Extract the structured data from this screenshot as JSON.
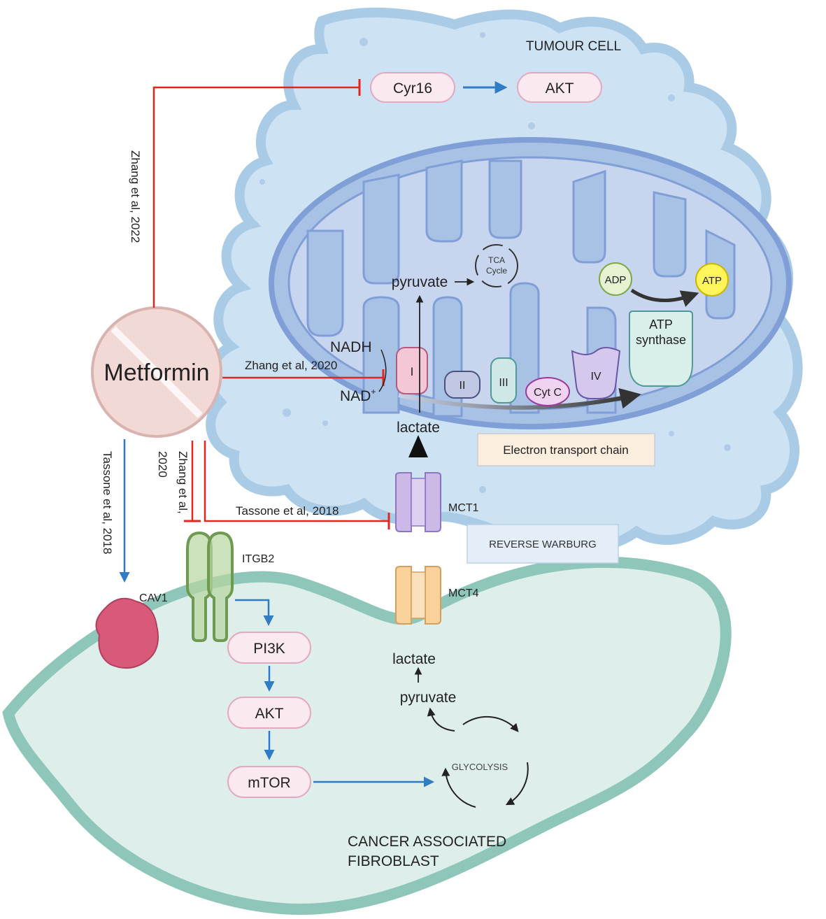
{
  "cells": {
    "tumour_label": "TUMOUR CELL",
    "caf_label_line1": "CANCER ASSOCIATED",
    "caf_label_line2": "FIBROBLAST"
  },
  "drug": {
    "name": "Metformin"
  },
  "top_pathway": {
    "cyr16": "Cyr16",
    "akt": "AKT"
  },
  "mito": {
    "pyruvate": "pyruvate",
    "tca_line1": "TCA",
    "tca_line2": "Cycle",
    "nadh": "NADH",
    "nad": "NAD",
    "nad_sup": "+",
    "lactate": "lactate",
    "adp": "ADP",
    "atp": "ATP",
    "atp_synthase_line1": "ATP",
    "atp_synthase_line2": "synthase",
    "complex_i": "I",
    "complex_ii": "II",
    "complex_iii": "III",
    "cyt_c": "Cyt C",
    "complex_iv": "IV",
    "etc_box": "Electron transport chain"
  },
  "citations": {
    "zhang_2022": "Zhang et al, 2022",
    "zhang_2020_h": "Zhang et al, 2020",
    "zhang_2020_v1": "Zhang et al,",
    "zhang_2020_v2": "2020",
    "tassone_2018_h": "Tassone et al, 2018",
    "tassone_2018_v": "Tassone et al, 2018"
  },
  "transporters": {
    "mct1": "MCT1",
    "mct4": "MCT4"
  },
  "reverse_warburg": "REVERSE WARBURG",
  "receptors": {
    "itgb2": "ITGB2",
    "cav1": "CAV1"
  },
  "caf_pathway": {
    "pi3k": "PI3K",
    "akt": "AKT",
    "mtor": "mTOR"
  },
  "glycolysis": {
    "label": "GLYCOLYSIS",
    "pyruvate": "pyruvate",
    "lactate": "lactate"
  },
  "colors": {
    "inhibit": "#e0261f",
    "activate": "#2f7bc4",
    "tumour_fill": "#cde2f3",
    "mito_fill": "#a8c2e6",
    "caf_fill": "#deeeea",
    "node_fill": "#fbe9f0"
  }
}
